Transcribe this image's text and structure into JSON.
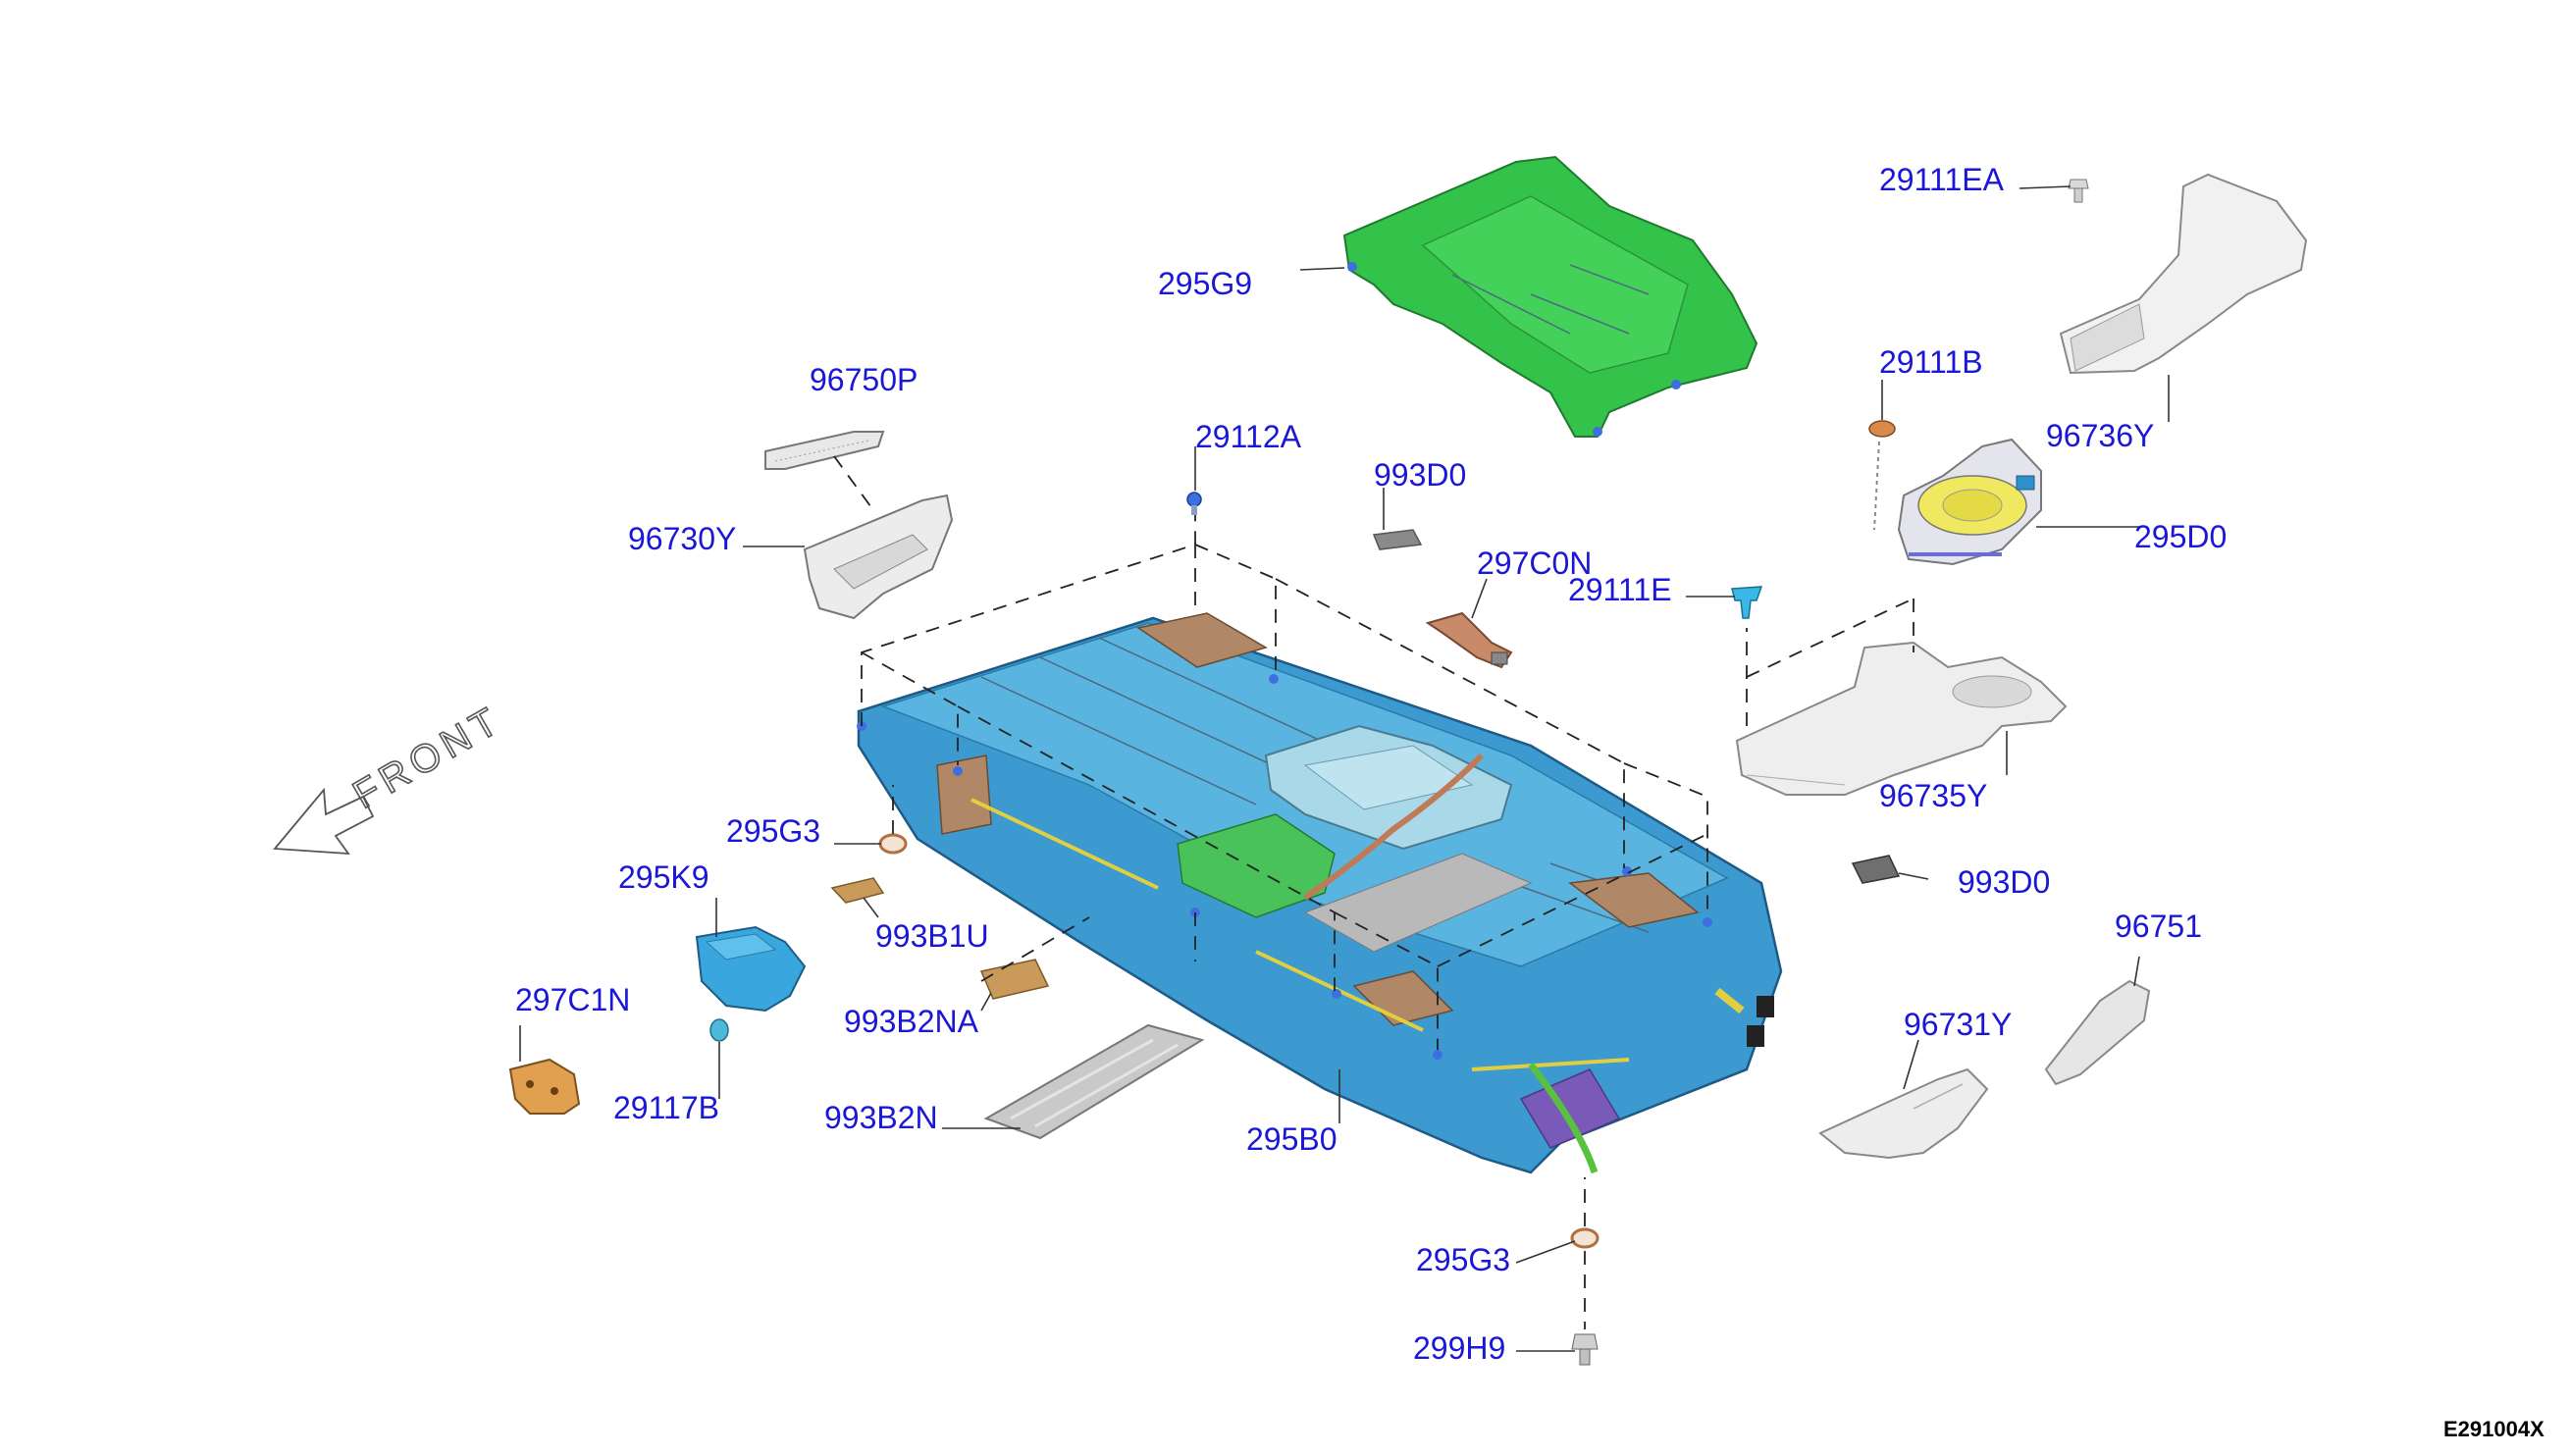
{
  "diagram": {
    "drawing_code": "E291004X",
    "direction_label": "FRONT",
    "part_labels": {
      "p29111EA": "29111EA",
      "p295G9": "295G9",
      "p96750P": "96750P",
      "p29112A": "29112A",
      "p993D0_top": "993D0",
      "p29111B": "29111B",
      "p96736Y": "96736Y",
      "p96730Y": "96730Y",
      "p297C0N": "297C0N",
      "p29111E": "29111E",
      "p295D0": "295D0",
      "p96735Y": "96735Y",
      "p295G3_left": "295G3",
      "p295K9": "295K9",
      "p993B1U": "993B1U",
      "p993D0_right": "993D0",
      "p96751": "96751",
      "p297C1N": "297C1N",
      "p993B2NA": "993B2NA",
      "p96731Y": "96731Y",
      "p29117B": "29117B",
      "p993B2N": "993B2N",
      "p295B0": "295B0",
      "p295G3_bottom": "295G3",
      "p299H9": "299H9"
    },
    "colors": {
      "label": "#1a17d8",
      "battery_body": "#4aa3d6",
      "battery_top": "#5ab4e0",
      "cover": "#33c24a",
      "bracket": "#b08868",
      "duct": "#e6e6e6",
      "module": "#a9d8e8",
      "pad": "#c99a5a",
      "sheet": "#bdbdbd"
    }
  }
}
